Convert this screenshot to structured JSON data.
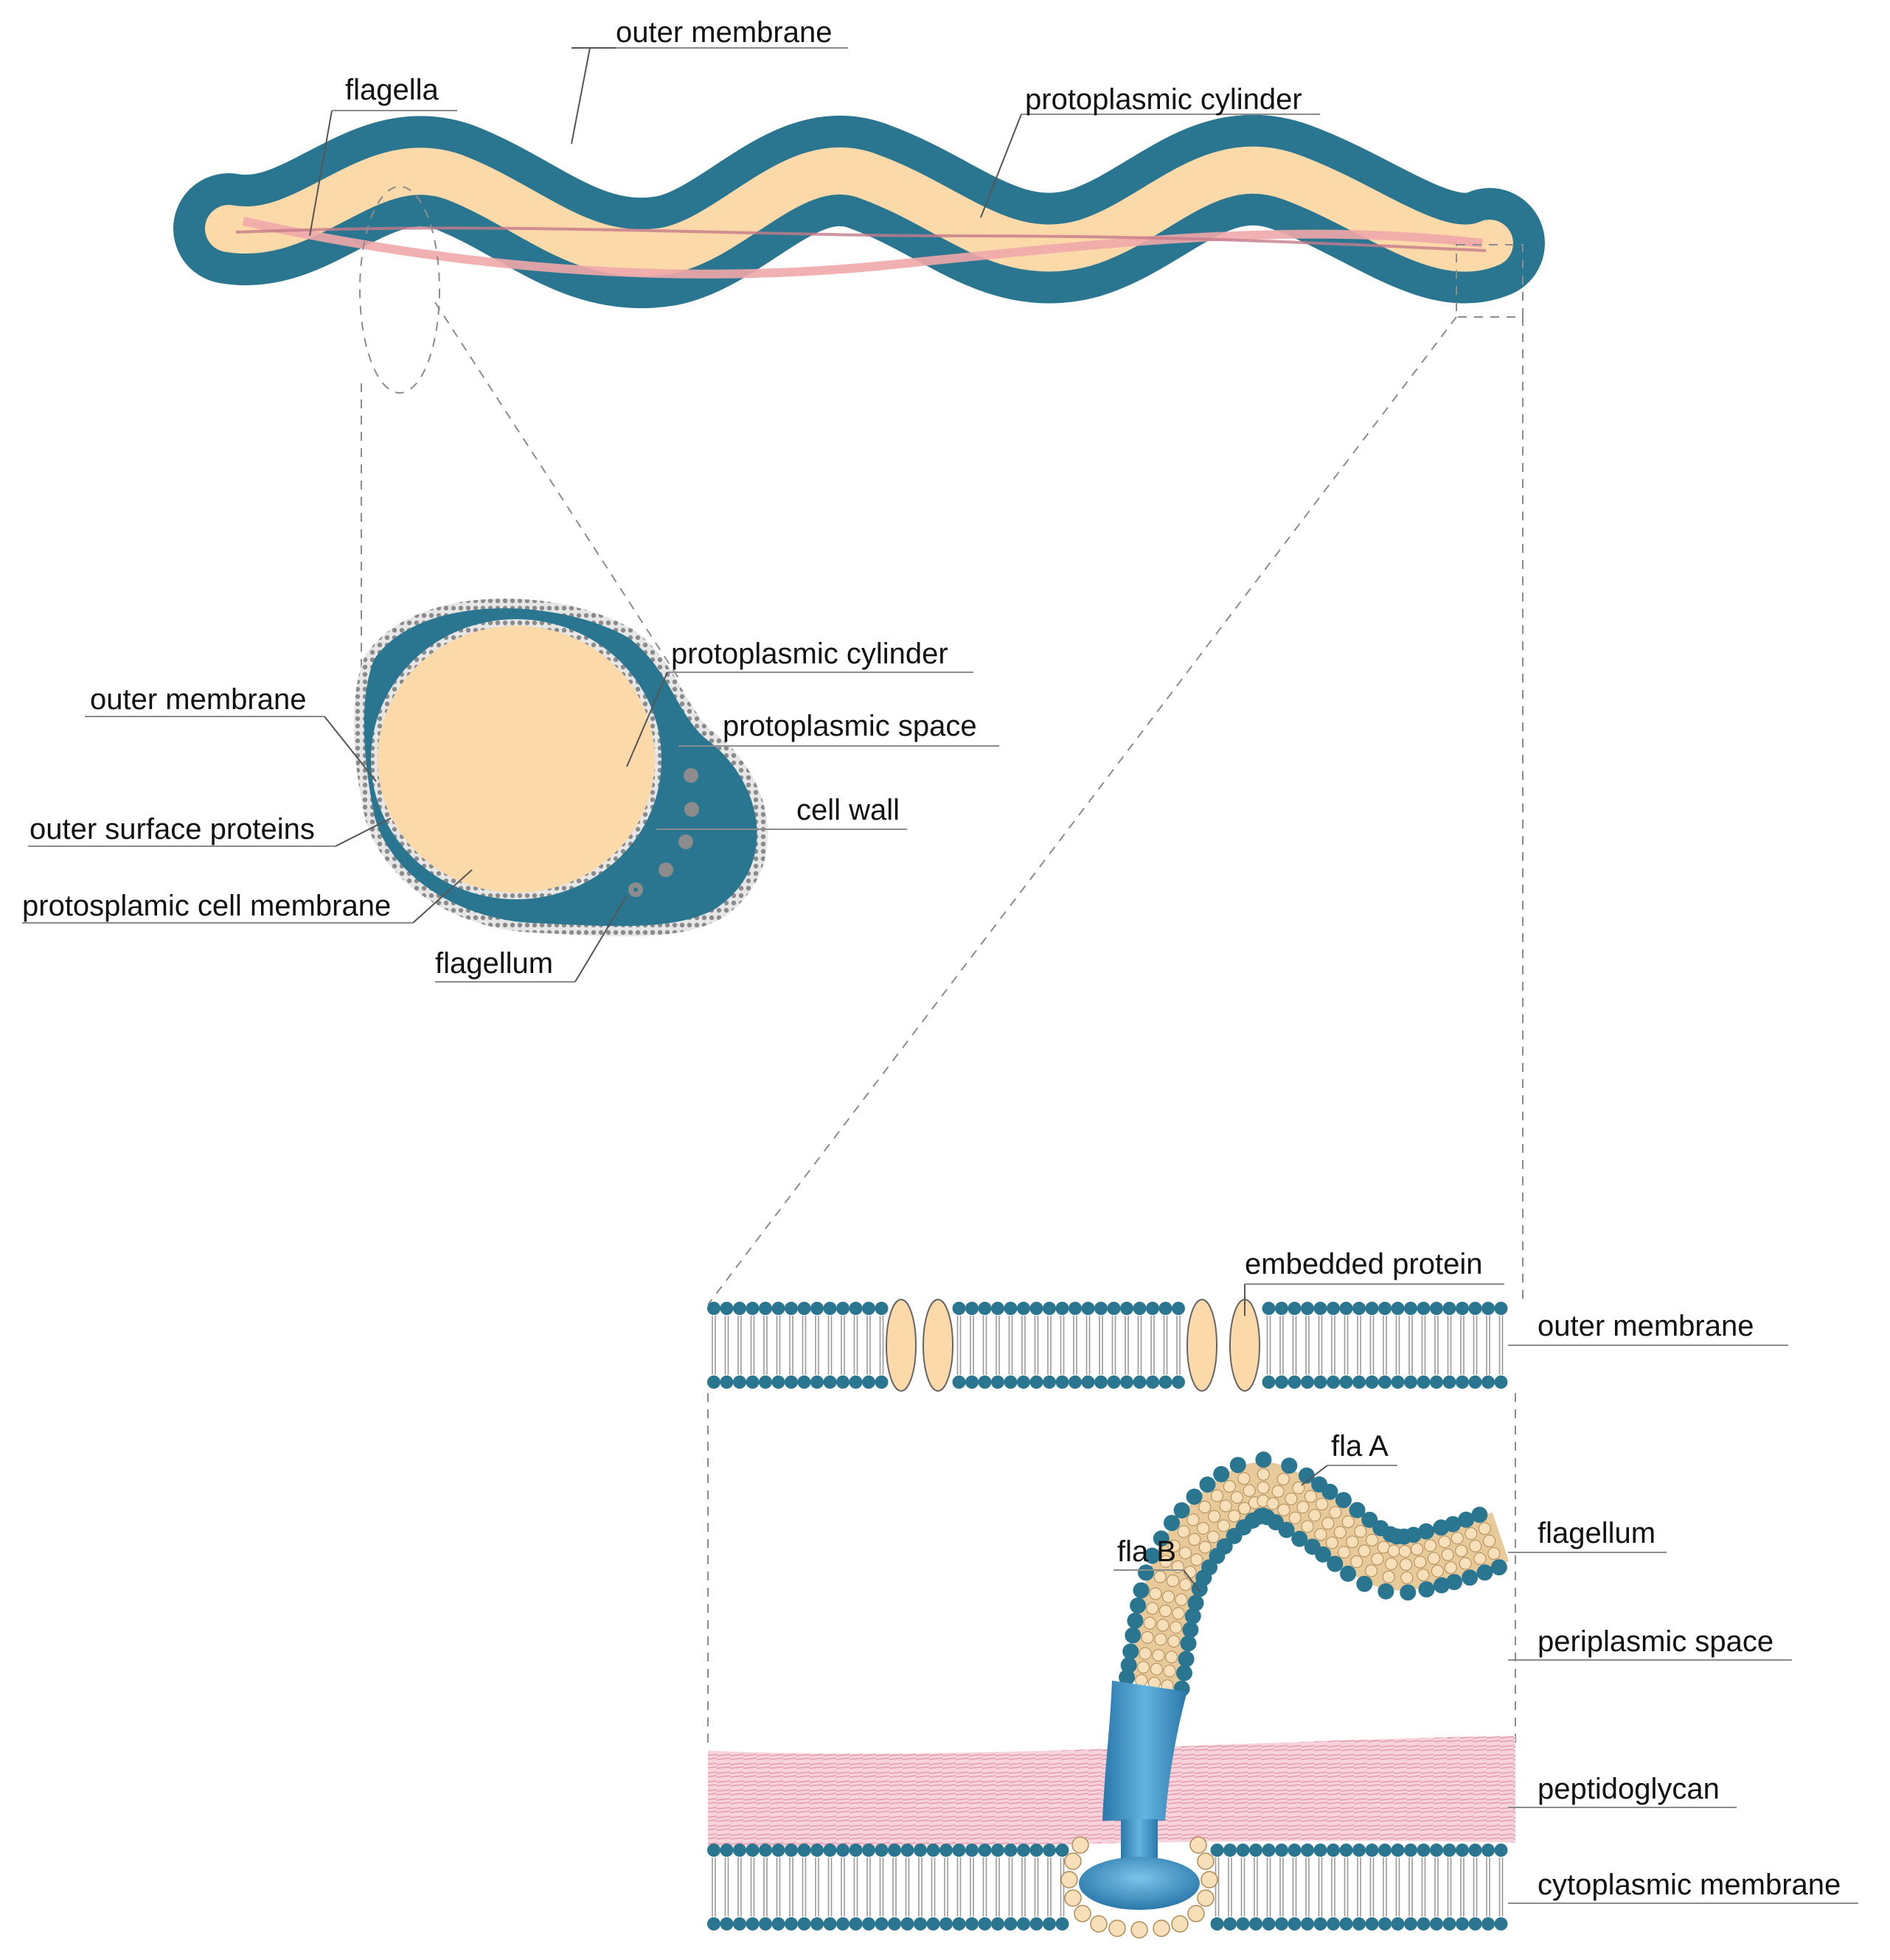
{
  "colors": {
    "membrane_blue": "#2a7691",
    "cytoplasm_peach": "#fbd9a8",
    "flagella_pink": "#f0a7a9",
    "peptidoglycan_pink": "#f2b9c6",
    "lipid_tail_gray": "#9a9a9a",
    "bead_peach": "#f6dfb9",
    "motor_blue": "#3d8fc4",
    "leader_gray": "#555555"
  },
  "top_view": {
    "labels": {
      "outer_membrane": "outer membrane",
      "flagella": "flagella",
      "protoplasmic_cylinder": "protoplasmic cylinder"
    }
  },
  "cross_section": {
    "labels": {
      "protoplasmic_cylinder": "protoplasmic cylinder",
      "protoplasmic_space": "protoplasmic space",
      "cell_wall": "cell wall",
      "outer_membrane": "outer membrane",
      "outer_surface_proteins": "outer surface proteins",
      "cell_membrane": "protosplamic cell membrane",
      "flagellum": "flagellum"
    }
  },
  "membrane_detail": {
    "labels": {
      "embedded_protein": "embedded protein",
      "outer_membrane": "outer membrane",
      "fla_a": "fla A",
      "fla_b": "fla B",
      "flagellum": "flagellum",
      "periplasmic_space": "periplasmic space",
      "peptidoglycan": "peptidoglycan",
      "cytoplasmic_membrane": "cytoplasmic membrane"
    }
  }
}
